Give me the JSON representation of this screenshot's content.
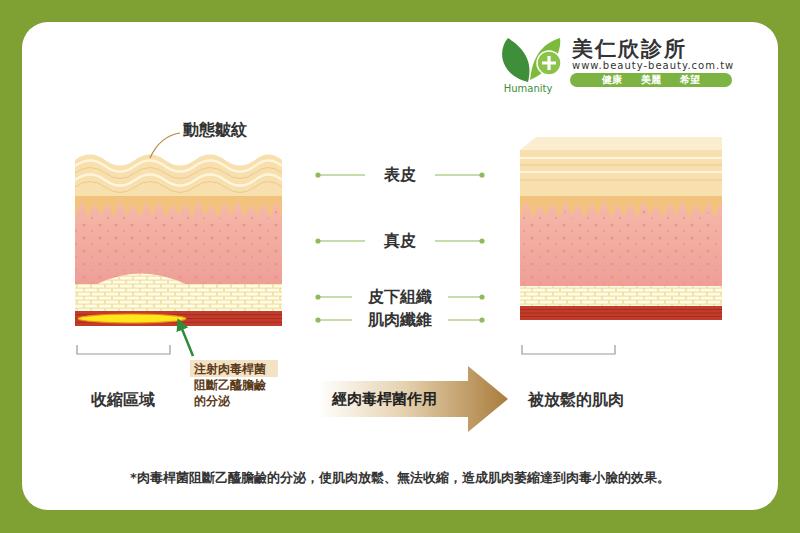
{
  "diagram": {
    "nodes": [
      {
        "text": [
          "健康 美麗 希望"
        ]
      },
      {
        "text": [
          "注射肉毒桿菌 阻斷乙醯膽鹼 的分泌"
        ]
      },
      {
        "text": [
          "經肉毒桿菌作用"
        ]
      }
    ],
    "labels": [
      "美仁欣診所",
      "www.beauty-beauty.com.tw",
      "Humanity",
      "動態皺紋",
      "表皮",
      "真皮",
      "皮下組織",
      "肌肉纖維",
      "收縮區域",
      "被放鬆的肌肉",
      "*肉毒桿菌阻斷乙醯膽鹼的分泌，使肌肉放鬆、無法收縮，造成肌肉萎縮達到肉毒小臉的效果。"
    ]
  }
}
